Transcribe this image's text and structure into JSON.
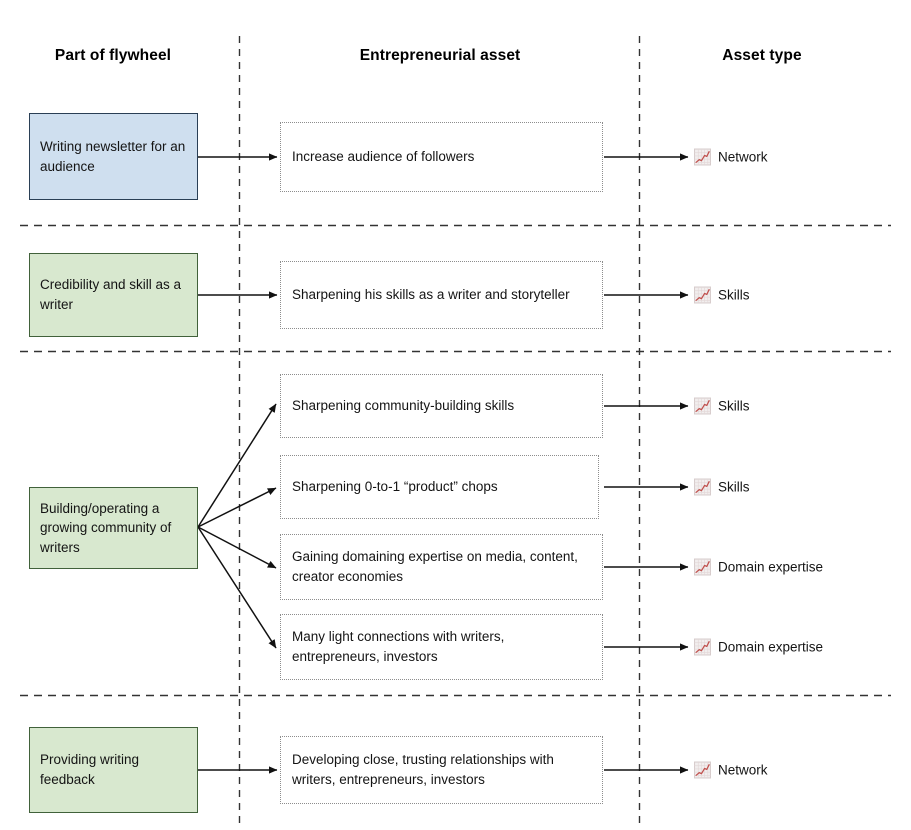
{
  "headers": [
    {
      "label": "Part of flywheel"
    },
    {
      "label": "Entrepreneurial asset"
    },
    {
      "label": "Asset type"
    }
  ],
  "colors": {
    "flywheel_blue_fill": "#cfdfef",
    "flywheel_blue_border": "#2a3f55",
    "flywheel_green_fill": "#d8e8cf",
    "flywheel_green_border": "#41613a",
    "asset_box_border": "#8d8d8d",
    "divider": "#333333",
    "arrow": "#111111",
    "icon_line": "#c0504d"
  },
  "icon": {
    "name": "chart-increasing-icon",
    "glyph": "chart-increasing"
  },
  "groups": [
    {
      "flywheel": {
        "label": "Writing newsletter for an audience",
        "style": "blue"
      },
      "assets": [
        {
          "label": "Increase audience of followers",
          "type": "Network"
        }
      ]
    },
    {
      "flywheel": {
        "label": "Credibility and skill as a writer",
        "style": "green"
      },
      "assets": [
        {
          "label": "Sharpening his skills as a writer and storyteller",
          "type": "Skills"
        }
      ]
    },
    {
      "flywheel": {
        "label": "Building/operating a growing community of writers",
        "style": "green"
      },
      "assets": [
        {
          "label": "Sharpening community-building skills",
          "type": "Skills"
        },
        {
          "label": "Sharpening 0-to-1 “product” chops",
          "type": "Skills"
        },
        {
          "label": "Gaining domaining expertise on media, content, creator economies",
          "type": "Domain expertise"
        },
        {
          "label": "Many light connections with writers, entrepreneurs, investors",
          "type": "Domain expertise"
        }
      ]
    },
    {
      "flywheel": {
        "label": "Providing writing feedback",
        "style": "green"
      },
      "assets": [
        {
          "label": "Developing close, trusting relationships with writers, entrepreneurs, investors",
          "type": "Network"
        }
      ]
    }
  ]
}
